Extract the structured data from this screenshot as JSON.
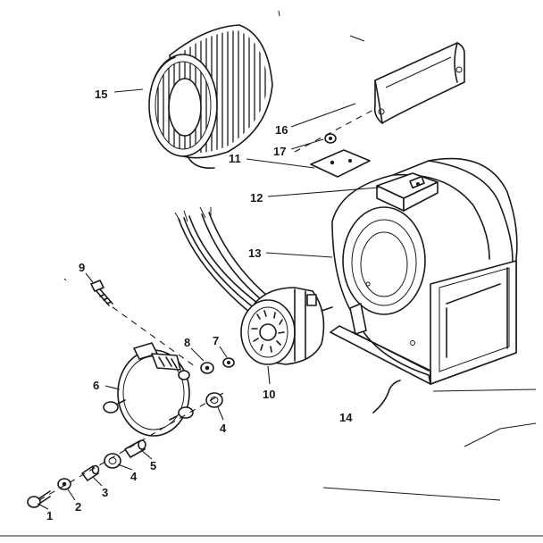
{
  "callouts": {
    "c1": "1",
    "c2": "2",
    "c3": "3",
    "c4a": "4",
    "c4b": "4",
    "c5": "5",
    "c6": "6",
    "c7": "7",
    "c8": "8",
    "c9": "9",
    "c10": "10",
    "c11": "11",
    "c12": "12",
    "c13": "13",
    "c14": "14",
    "c15": "15",
    "c16": "16",
    "c17": "17"
  }
}
